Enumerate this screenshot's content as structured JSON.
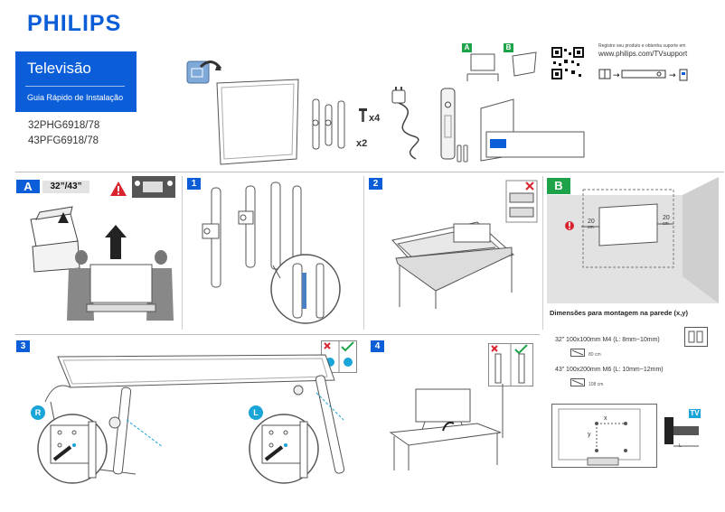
{
  "brand": "PHILIPS",
  "cover": {
    "title": "Televisão",
    "subtitle": "Guia Rápido de Instalação",
    "models": [
      "32PHG6918/78",
      "43PFG6918/78"
    ]
  },
  "contents": {
    "screws_qty": "x4",
    "stands_qty": "x2"
  },
  "register": {
    "text": "Registre seu produto e obtenha suporte em",
    "url": "www.philips.com/TVsupport",
    "badge_a": "A",
    "badge_b": "B"
  },
  "steps": {
    "a": {
      "label": "A",
      "sizes": "32”/43”"
    },
    "s1": "1",
    "s2": "2",
    "s3": "3",
    "s4": "4",
    "b": "B",
    "left_marker": "R",
    "right_marker": "L"
  },
  "wall": {
    "clearance": "20",
    "clearance_unit": "cm",
    "heading": "Dimensões para montagem na parede (x,y)",
    "spec_32": "32”  100x100mm M4 (L: 8mm~10mm)",
    "spec_32_distance": "80 cm",
    "spec_43": "43”  100x200mm M6 (L: 10mm~12mm)",
    "spec_43_distance": "108 cm",
    "label_x": "x",
    "label_y": "y",
    "label_l": "L",
    "tv_tag": "TV"
  },
  "colors": {
    "brand_blue": "#0b5ed7",
    "warning_red": "#d9232e",
    "ok_green": "#1fa34a"
  }
}
